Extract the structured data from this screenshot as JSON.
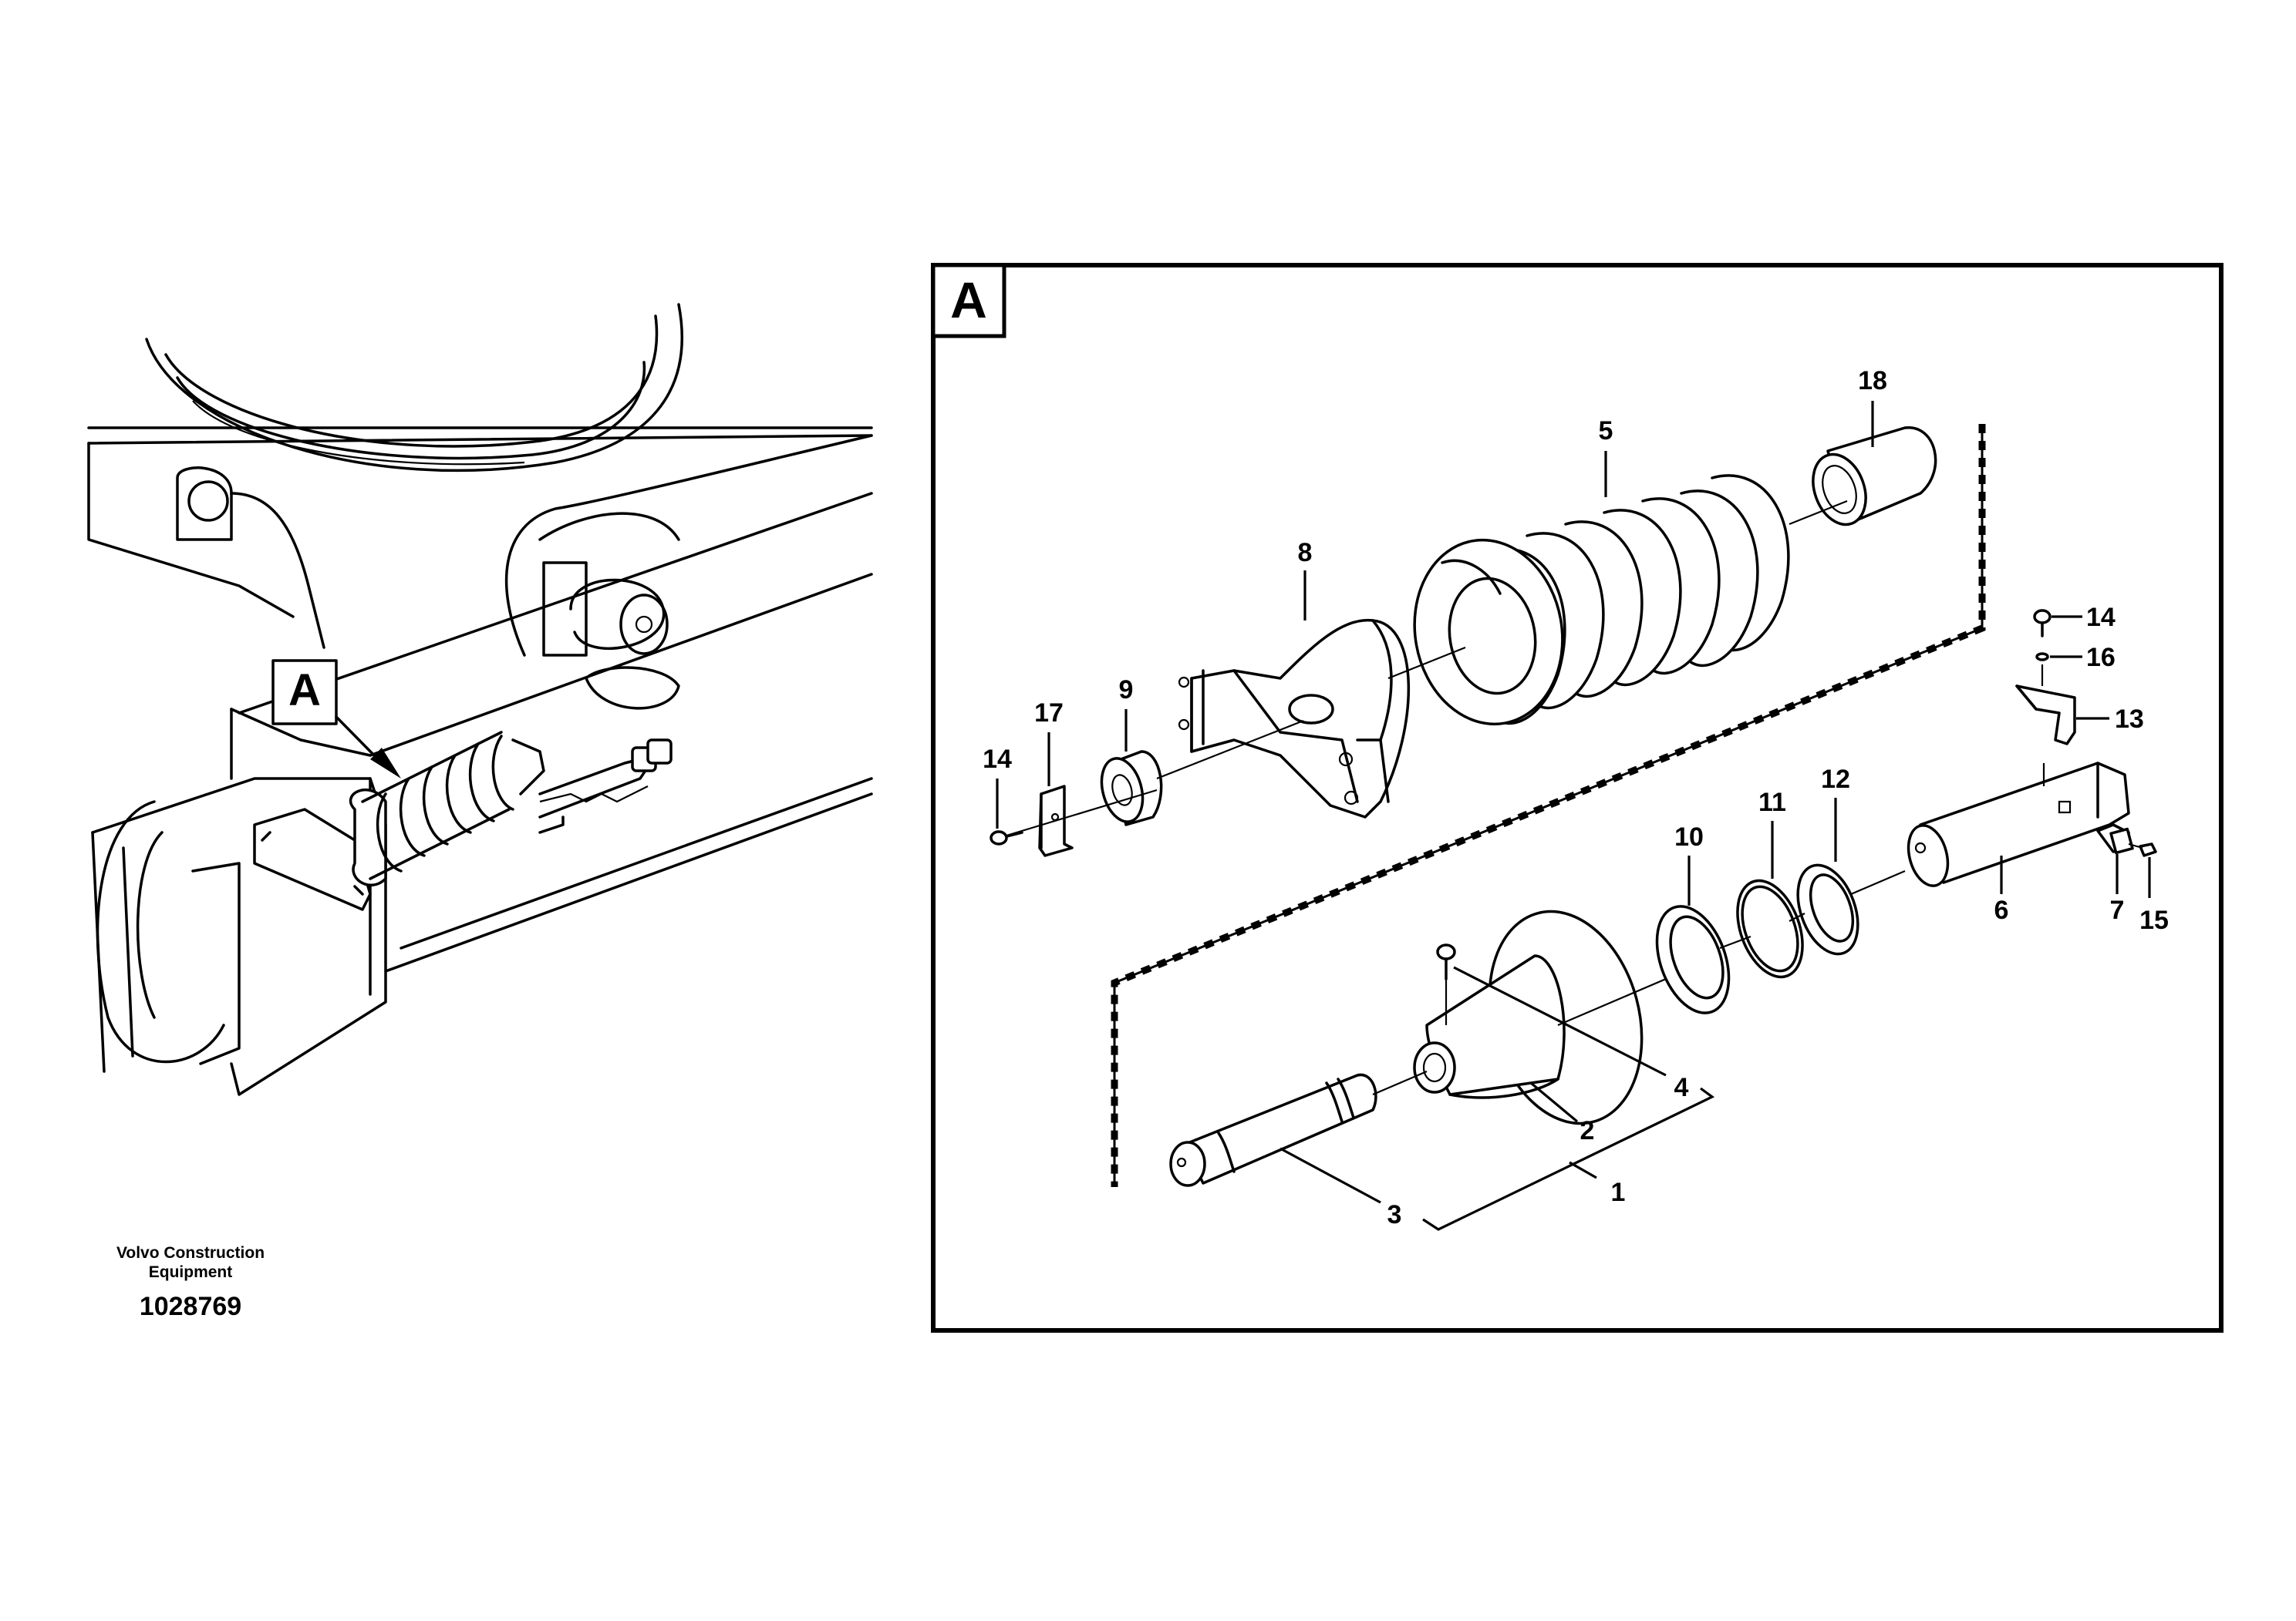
{
  "overview": {
    "callout_letter": "A"
  },
  "detail": {
    "frame_letter": "A"
  },
  "footer": {
    "brand_line1": "Volvo Construction",
    "brand_line2": "Equipment",
    "drawing_number": "1028769"
  },
  "callouts": {
    "p1": "1",
    "p2": "2",
    "p3": "3",
    "p4": "4",
    "p5": "5",
    "p6": "6",
    "p7": "7",
    "p8": "8",
    "p9": "9",
    "p10": "10",
    "p11": "11",
    "p12": "12",
    "p13": "13",
    "p14a": "14",
    "p14b": "14",
    "p15": "15",
    "p16": "16",
    "p17": "17",
    "p18": "18"
  }
}
